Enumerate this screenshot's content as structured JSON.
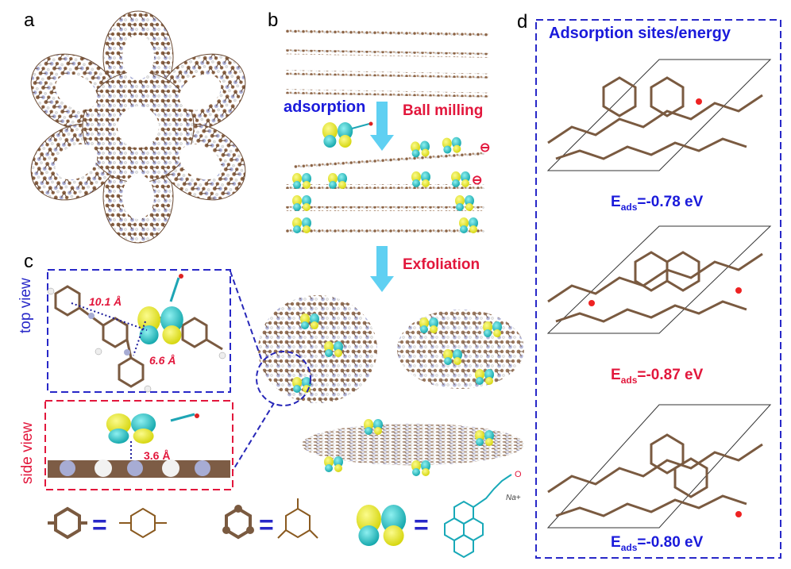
{
  "panels": {
    "a": "a",
    "b": "b",
    "c": "c",
    "d": "d"
  },
  "panel_b": {
    "adsorption": "adsorption",
    "ball_milling": "Ball milling",
    "exfoliation": "Exfoliation",
    "charge_symbol": "⊖"
  },
  "panel_c": {
    "top_view": "top view",
    "side_view": "side view",
    "dist_1": "10.1 Å",
    "dist_2": "6.6 Å",
    "dist_3": "3.6 Å"
  },
  "panel_d": {
    "title": "Adsorption sites/energy",
    "e_prefix": "E",
    "e_sub": "ads",
    "energies": [
      "=-0.78 eV",
      "=-0.87 eV",
      "=-0.80 eV"
    ]
  },
  "legend": {
    "equals": "=",
    "sodium_label": "Na+",
    "oxygen_label": "O"
  },
  "colors": {
    "carbon": "#8a6244",
    "nitrogen": "#a7acd4",
    "hydrogen": "#f0f0f0",
    "orbital_yellow": "#ecec1e",
    "orbital_cyan": "#22c5c9",
    "blue": "#1a1adb",
    "red": "#e2173c",
    "arrow": "#5fd0f2",
    "pyrene": "#19a9b8"
  }
}
